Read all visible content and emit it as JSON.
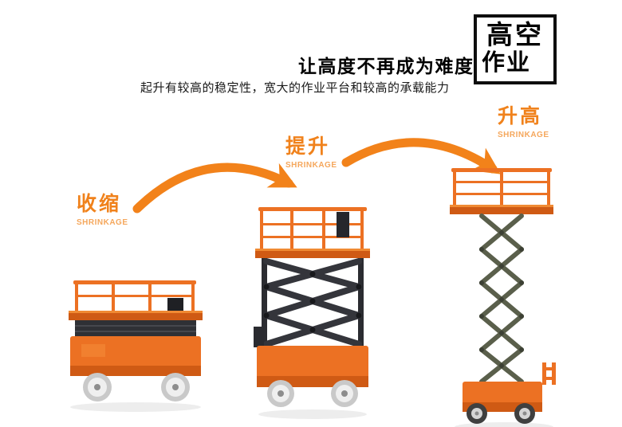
{
  "badge": {
    "line1": "高空",
    "line2": "作业"
  },
  "header": {
    "title": "让高度不再成为难度",
    "subtitle": "起升有较高的稳定性，宽大的作业平台和较高的承载能力"
  },
  "stages": [
    {
      "label": "收缩",
      "sublabel": "SHRINKAGE",
      "image": "scissor-lift-collapsed"
    },
    {
      "label": "提升",
      "sublabel": "SHRINKAGE",
      "image": "scissor-lift-half-raised"
    },
    {
      "label": "升高",
      "sublabel": "SHRINKAGE",
      "image": "scissor-lift-fully-raised"
    }
  ],
  "icons": [
    {
      "name": "curved-arrow-1",
      "shape": "orange tapered arc arrow pointing right-down"
    },
    {
      "name": "curved-arrow-2",
      "shape": "orange tapered arc arrow pointing right-down"
    }
  ],
  "colors": {
    "accent_orange": "#f2821a",
    "machine_orange": "#ec7123",
    "machine_orange_dark": "#cf5a14",
    "scissor_dark": "#34353b",
    "scissor_olive": "#5a5f4b",
    "text_black": "#111111",
    "background": "#ffffff"
  }
}
